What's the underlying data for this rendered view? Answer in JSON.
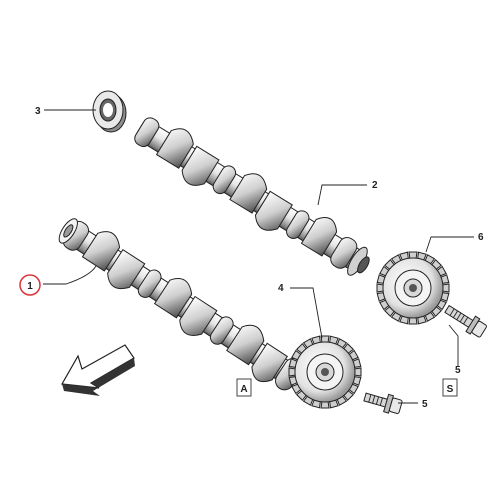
{
  "callouts": [
    {
      "id": "1",
      "label": "1",
      "highlighted": true
    },
    {
      "id": "2",
      "label": "2"
    },
    {
      "id": "3",
      "label": "3"
    },
    {
      "id": "4",
      "label": "4"
    },
    {
      "id": "5a",
      "label": "5"
    },
    {
      "id": "5b",
      "label": "5"
    },
    {
      "id": "6",
      "label": "6"
    }
  ],
  "section_tags": [
    {
      "id": "A",
      "label": "A"
    },
    {
      "id": "S",
      "label": "S"
    }
  ],
  "colors": {
    "line": "#222222",
    "metal_light": "#ffffff",
    "metal_shade": "#bdbdbd",
    "metal_dark": "#6e6e6e",
    "highlight_circle": "#d9343a"
  },
  "icons": [
    "direction-arrow-icon"
  ]
}
